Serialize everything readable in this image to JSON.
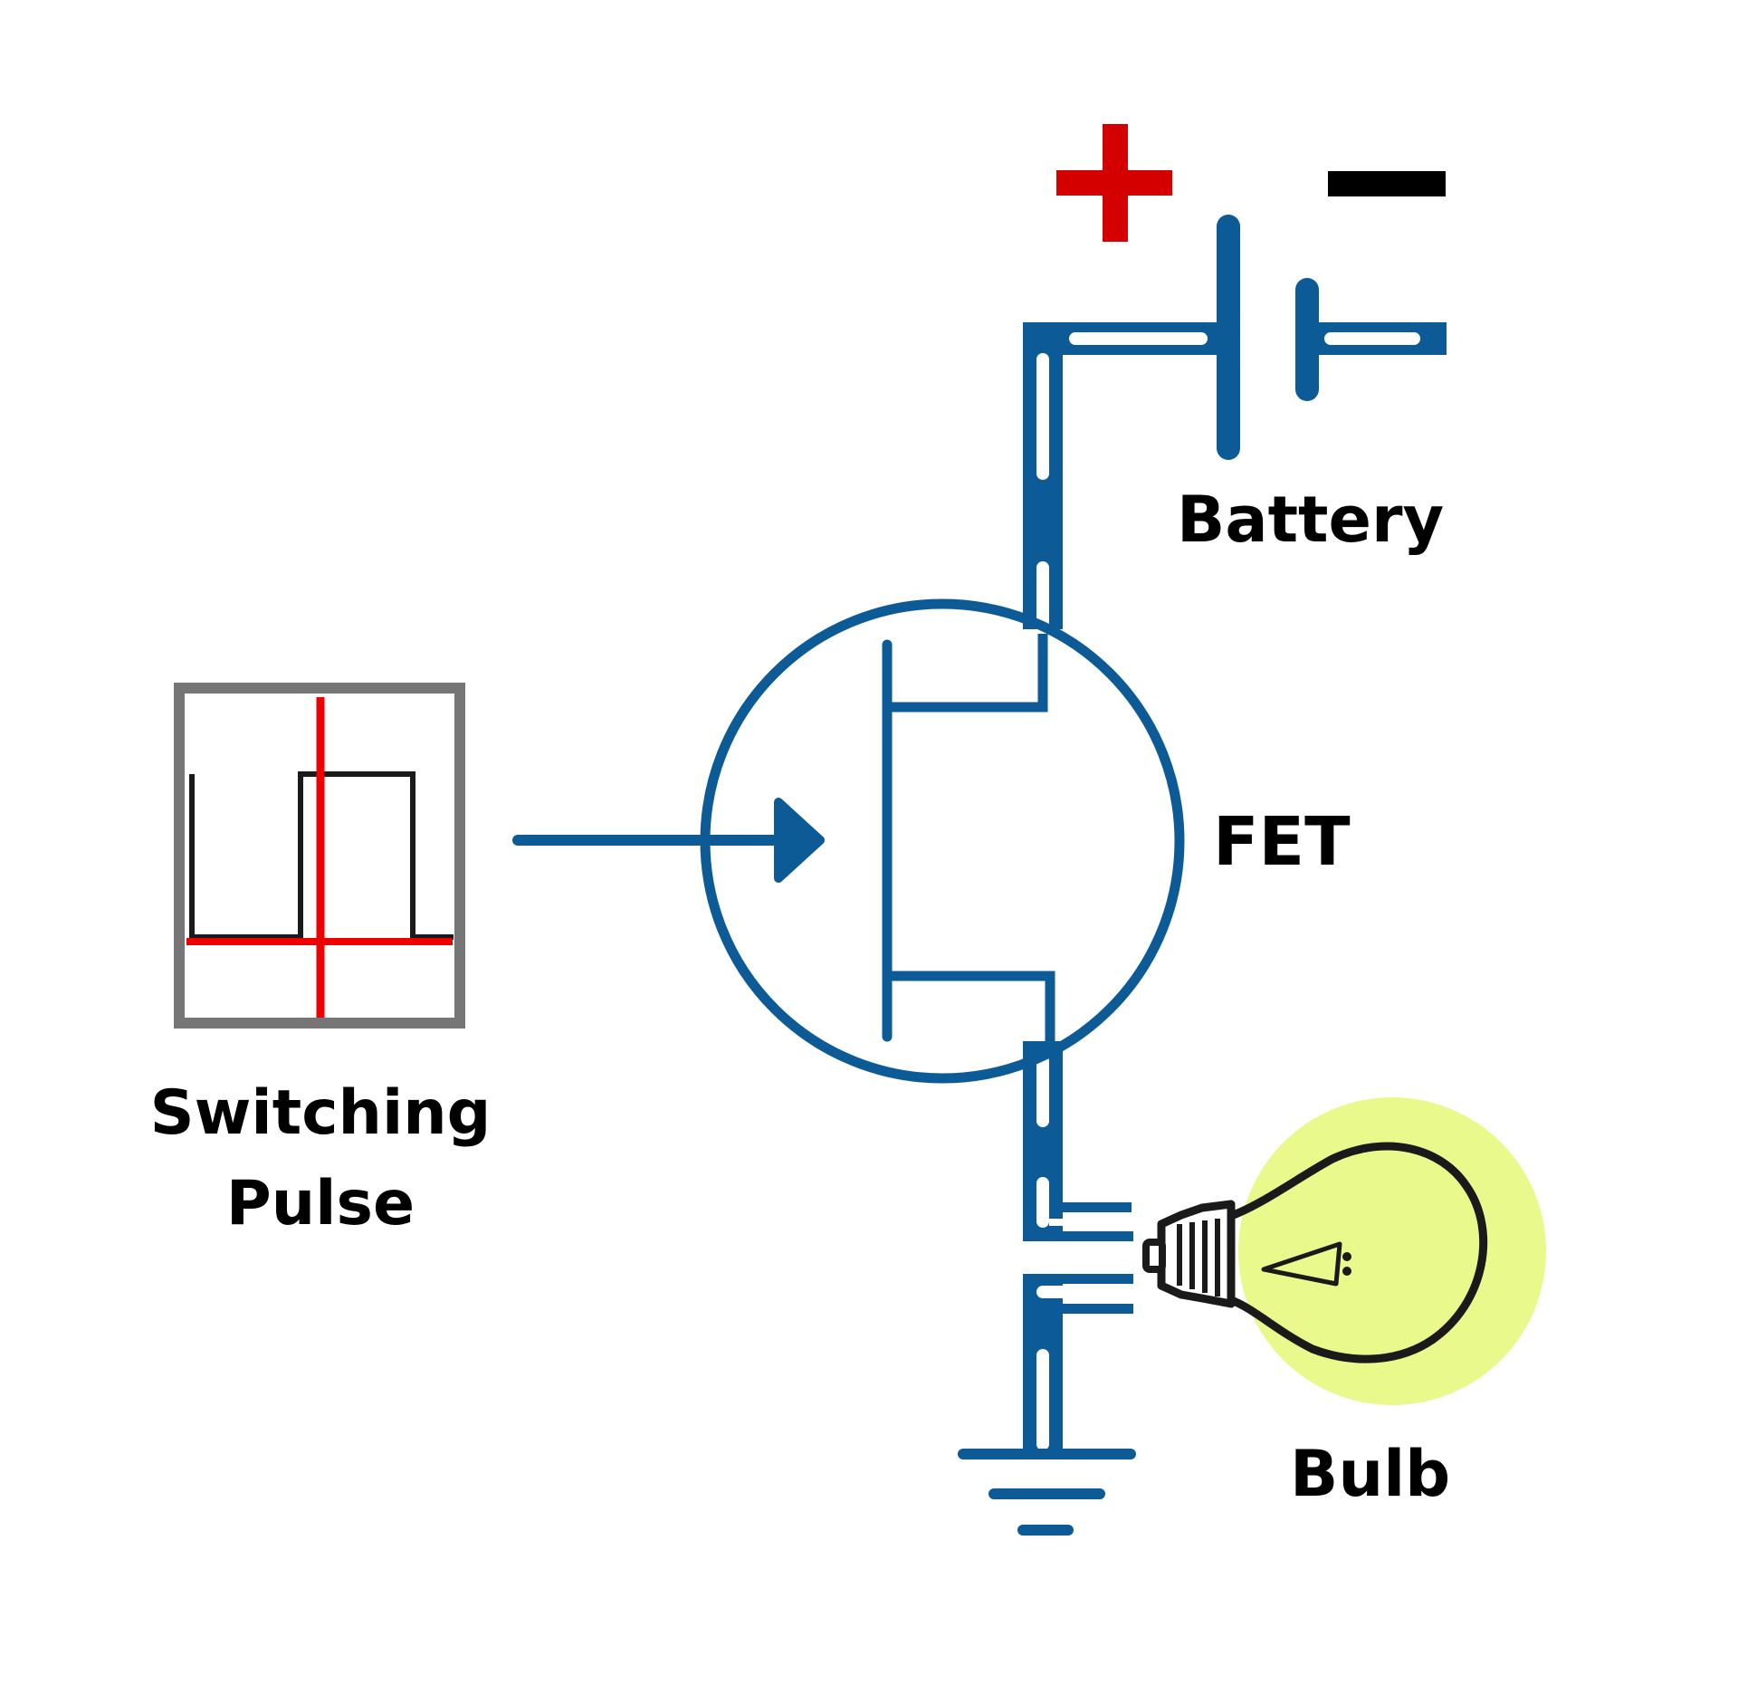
{
  "labels": {
    "battery": "Battery",
    "fet": "FET",
    "bulb": "Bulb",
    "pulse_line1": "Switching",
    "pulse_line2": "Pulse"
  },
  "battery_polarity": {
    "positive": "+",
    "negative": "−"
  },
  "colors": {
    "wire": "#0d5b96",
    "positive": "#d40000",
    "negative": "#000000",
    "pulse_frame": "#767676",
    "pulse_cursor": "#ee0000",
    "bulb_glow": "#eaf98c"
  },
  "icons": [
    "battery-icon",
    "fet-icon",
    "bulb-icon",
    "ground-icon",
    "pulse-waveform-icon"
  ]
}
